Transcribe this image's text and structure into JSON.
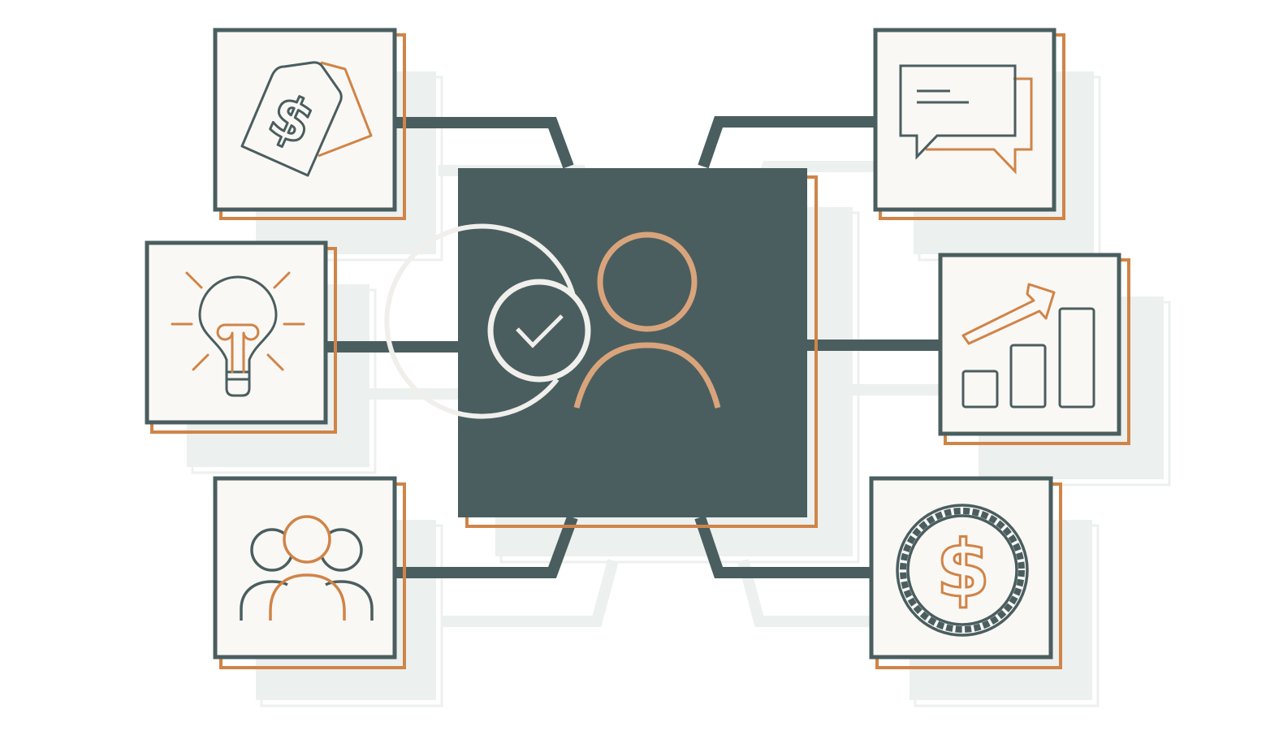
{
  "colors": {
    "primary": "#4A5E5F",
    "accent": "#D08447",
    "accent_light": "#D9A47C",
    "card_bg": "#FAF8F5",
    "shadow": "#ECF0EE",
    "highlight": "#F1EFEB"
  },
  "center": {
    "icons": [
      "verified-user-icon",
      "checkmark-icon",
      "person-icon"
    ]
  },
  "cards": [
    {
      "position": "top-left",
      "icon": "price-tag-icon"
    },
    {
      "position": "middle-left",
      "icon": "lightbulb-icon"
    },
    {
      "position": "bottom-left",
      "icon": "team-icon"
    },
    {
      "position": "top-right",
      "icon": "chat-bubbles-icon"
    },
    {
      "position": "middle-right",
      "icon": "growth-chart-icon"
    },
    {
      "position": "bottom-right",
      "icon": "coin-icon"
    }
  ]
}
